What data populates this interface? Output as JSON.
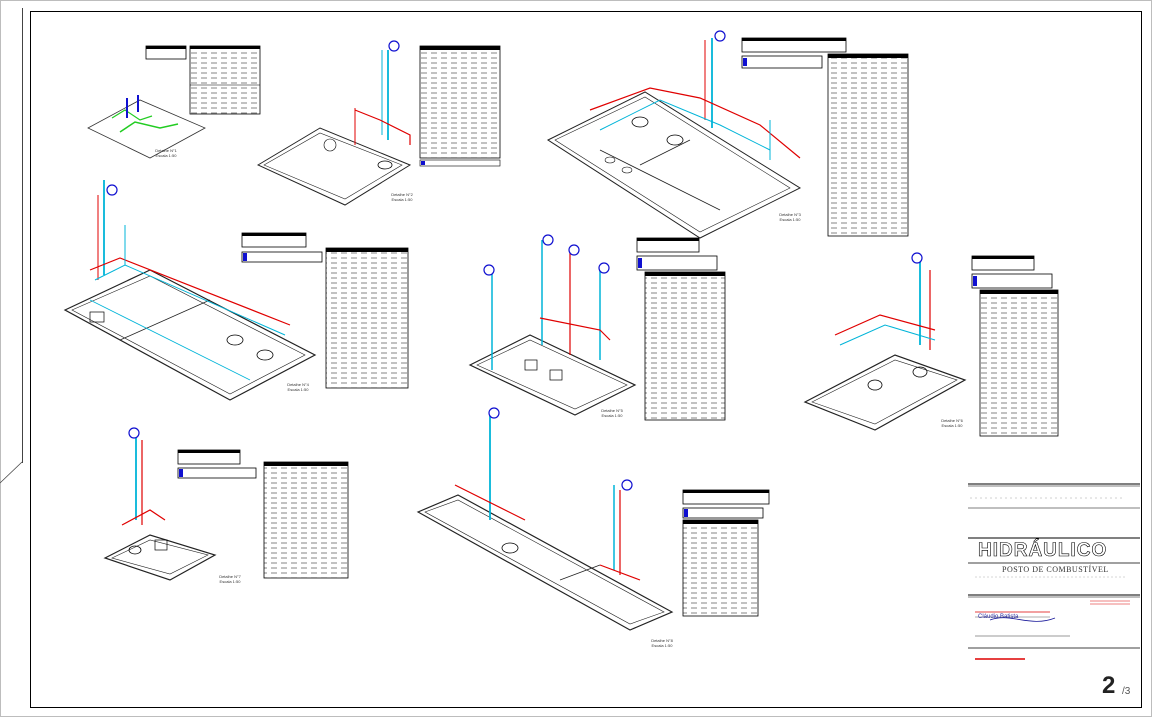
{
  "drawing": {
    "title": "HIDRÁULICO",
    "subtitle": "POSTO DE COMBUSTÍVEL",
    "person": "Cláudio Batista",
    "sheet_number": "2",
    "sheet_total": "/3"
  },
  "details": [
    {
      "id": "d1",
      "caption": "Detalhe N°1\nEscala 1:50"
    },
    {
      "id": "d2",
      "caption": "Detalhe N°2\nEscala 1:50"
    },
    {
      "id": "d3",
      "caption": "Detalhe N°3\nEscala 1:50"
    },
    {
      "id": "d4",
      "caption": "Detalhe N°4\nEscala 1:50"
    },
    {
      "id": "d5",
      "caption": "Detalhe N°5\nEscala 1:50"
    },
    {
      "id": "d6",
      "caption": "Detalhe N°6\nEscala 1:50"
    },
    {
      "id": "d7",
      "caption": "Detalhe N°7\nEscala 1:50"
    },
    {
      "id": "d8",
      "caption": "Detalhe N°8\nEscala 1:50"
    }
  ],
  "colors": {
    "pipe_cold": "#00b4d8",
    "pipe_hot": "#e00000",
    "pipe_green": "#22cc22",
    "marker": "#1010d0"
  }
}
